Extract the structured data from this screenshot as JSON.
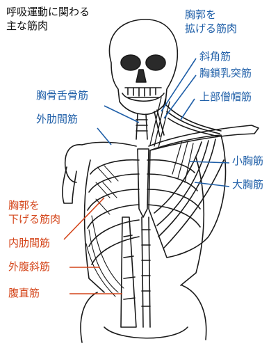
{
  "title": {
    "line1": "呼吸運動に関わる",
    "line2": "主な筋肉"
  },
  "groups": {
    "raise": {
      "line1": "胸郭を",
      "line2": "拡げる筋肉"
    },
    "lower": {
      "line1": "胸郭を",
      "line2": "下げる筋肉"
    }
  },
  "labels": {
    "scalene": "斜角筋",
    "sternocleidomastoid": "胸鎖乳突筋",
    "upper_trapezius": "上部僧帽筋",
    "sternohyoid": "胸骨舌骨筋",
    "external_intercostal": "外肋間筋",
    "pectoralis_minor": "小胸筋",
    "pectoralis_major": "大胸筋",
    "internal_intercostal": "内肋間筋",
    "external_oblique": "外腹斜筋",
    "rectus_abdominis": "腹直筋"
  },
  "colors": {
    "raise": "#1f5fa8",
    "lower": "#d4451a",
    "ink": "#111111"
  }
}
